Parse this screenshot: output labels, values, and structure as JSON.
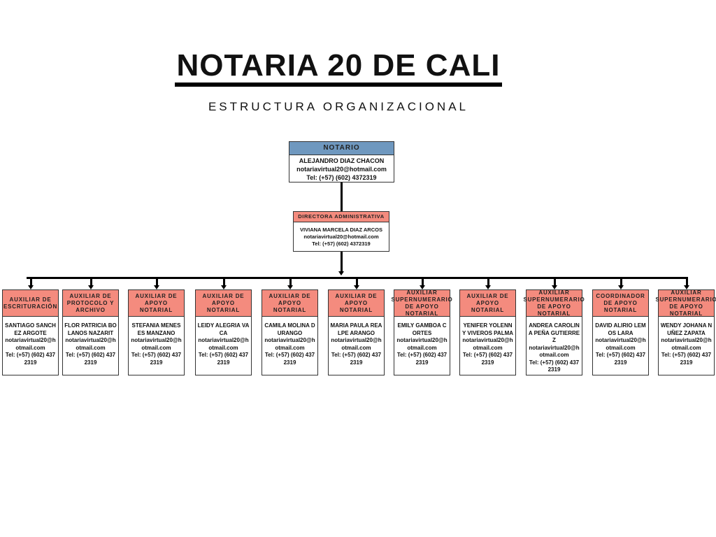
{
  "header": {
    "title": "NOTARIA 20 DE CALI",
    "subtitle": "ESTRUCTURA ORGANIZACIONAL"
  },
  "colors": {
    "head_blue": "#6f98bf",
    "head_salmon": "#f48b7e",
    "line": "#000000"
  },
  "notario": {
    "role": "NOTARIO",
    "name": "ALEJANDRO DIAZ CHACON",
    "email": "notariavirtual20@hotmail.com",
    "tel": "Tel: (+57) (602) 4372319"
  },
  "directora": {
    "role": "DIRECTORA ADMINISTRATIVA",
    "name": "VIVIANA MARCELA DIAZ ARCOS",
    "email": "notariavirtual20@hotmail.com",
    "tel": "Tel: (+57) (602) 4372319"
  },
  "staff": [
    {
      "role": "AUXILIAR DE ESCRITURACIÓN",
      "name": "SANTIAGO SANCHEZ ARGOTE",
      "email": "notariavirtual20@hotmail.com",
      "tel": "Tel: (+57) (602) 4372319"
    },
    {
      "role": "AUXILIAR DE PROTOCOLO Y ARCHIVO",
      "name": "FLOR PATRICIA BOLANOS NAZARIT",
      "email": "notariavirtual20@hotmail.com",
      "tel": "Tel: (+57) (602) 4372319"
    },
    {
      "role": "AUXILIAR DE APOYO NOTARIAL",
      "name": "STEFANIA MENESES MANZANO",
      "email": "notariavirtual20@hotmail.com",
      "tel": "Tel: (+57) (602) 4372319"
    },
    {
      "role": "AUXILIAR DE APOYO NOTARIAL",
      "name": "LEIDY ALEGRIA VACA",
      "email": "notariavirtual20@hotmail.com",
      "tel": "Tel: (+57) (602) 4372319"
    },
    {
      "role": "AUXILIAR DE APOYO NOTARIAL",
      "name": "CAMILA MOLINA DURANGO",
      "email": "notariavirtual20@hotmail.com",
      "tel": "Tel: (+57) (602) 4372319"
    },
    {
      "role": "AUXILIAR DE APOYO NOTARIAL",
      "name": "MARIA PAULA REALPE ARANGO",
      "email": "notariavirtual20@hotmail.com",
      "tel": "Tel: (+57) (602) 4372319"
    },
    {
      "role": "AUXILIAR SUPERNUMERARIO DE APOYO NOTARIAL",
      "name": "EMILY GAMBOA CORTES",
      "email": "notariavirtual20@hotmail.com",
      "tel": "Tel: (+57) (602) 4372319"
    },
    {
      "role": "AUXILIAR DE APOYO NOTARIAL",
      "name": "YENIFER YOLENNY VIVEROS PALMA",
      "email": "notariavirtual20@hotmail.com",
      "tel": "Tel: (+57) (602) 4372319"
    },
    {
      "role": "AUXILIAR SUPERNUMERARIO DE APOYO NOTARIAL",
      "name": "ANDREA CAROLINA PEÑA GUTIERREZ",
      "email": "notariavirtual20@hotmail.com",
      "tel": "Tel: (+57) (602) 4372319"
    },
    {
      "role": "COORDINADOR DE APOYO NOTARIAL",
      "name": "DAVID ALIRIO LEMOS LARA",
      "email": "notariavirtual20@hotmail.com",
      "tel": "Tel: (+57) (602) 4372319"
    },
    {
      "role": "AUXILIAR SUPERNUMERARIO DE APOYO NOTARIAL",
      "name": "WENDY JOHANA NUÑEZ ZAPATA",
      "email": "notariavirtual20@hotmail.com",
      "tel": "Tel: (+57) (602) 4372319"
    }
  ]
}
